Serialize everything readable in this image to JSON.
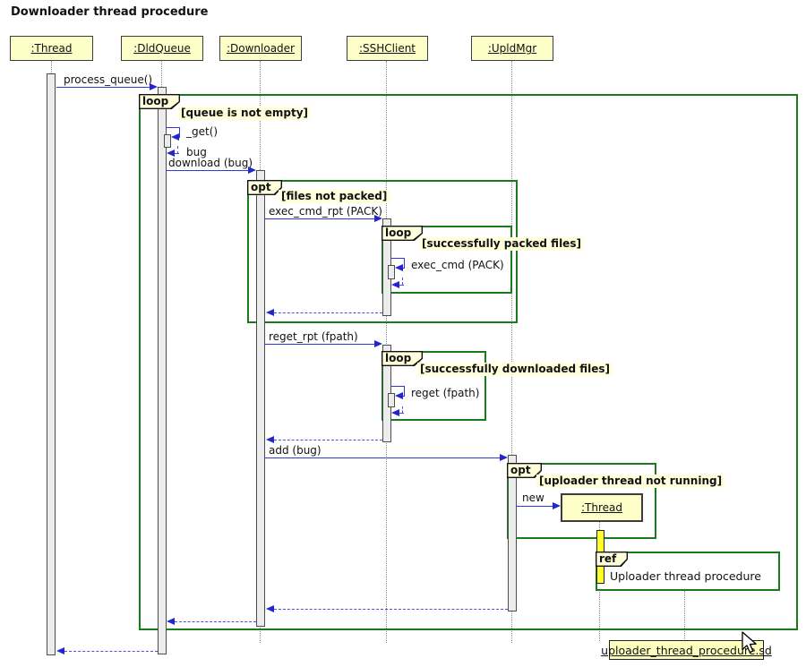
{
  "title": "Downloader thread procedure",
  "participants": {
    "thread": ":Thread",
    "dldqueue": ":DldQueue",
    "downloader": ":Downloader",
    "sshclient": ":SSHClient",
    "upldmgr": ":UpldMgr",
    "new_thread": ":Thread"
  },
  "frames": {
    "loop_queue": {
      "kind": "loop",
      "guard": "[queue is not empty]"
    },
    "opt_files": {
      "kind": "opt",
      "guard": "[files not packed]"
    },
    "loop_packed": {
      "kind": "loop",
      "guard": "[successfully packed files]"
    },
    "loop_downloaded": {
      "kind": "loop",
      "guard": "[successfully downloaded files]"
    },
    "opt_uploader": {
      "kind": "opt",
      "guard": "[uploader thread not running]"
    },
    "ref_uploader": {
      "kind": "ref",
      "label": "Uploader thread procedure"
    }
  },
  "messages": {
    "process_queue": "process_queue()",
    "get": "_get()",
    "bug_return": "bug",
    "download": "download (bug)",
    "exec_cmd_rpt": "exec_cmd_rpt (PACK)",
    "exec_cmd": "exec_cmd (PACK)",
    "reget_rpt": "reget_rpt (fpath)",
    "reget": "reget (fpath)",
    "add": "add (bug)",
    "new": "new"
  },
  "note": {
    "link_text": "uploader_thread_procedure.sd"
  },
  "colors": {
    "frame_green": "#1b7b1b",
    "arrow_blue": "#3336e0",
    "return_blue": "#4b4df0",
    "participant_fill": "#feffc8",
    "tab_fill": "#ffffdc",
    "guard_bg": "#ffffdc",
    "activation_fill": "#ececec",
    "new_activation_fill": "#ffff2b",
    "note_fill": "#feffbe"
  }
}
